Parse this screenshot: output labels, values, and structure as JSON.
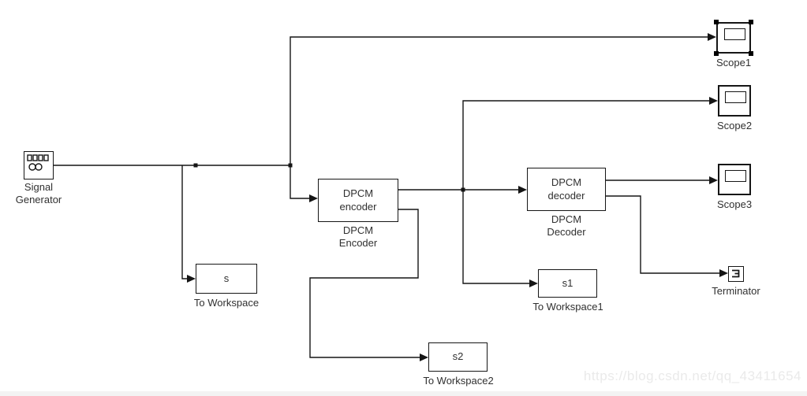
{
  "diagram": {
    "watermark": "https://blog.csdn.net/qq_43411654",
    "colors": {
      "background": "#ffffff",
      "wire": "#151515",
      "block_border": "#161616",
      "label_text": "#303030",
      "watermark_text": "#eaeaea",
      "selection_handle": "#000000"
    },
    "blocks": {
      "signal_generator": {
        "icon": "signal-generator-icon",
        "label": "Signal\nGenerator"
      },
      "dpcm_encoder": {
        "body_text": "DPCM\nencoder",
        "label": "DPCM\nEncoder"
      },
      "dpcm_decoder": {
        "body_text": "DPCM\ndecoder",
        "label": "DPCM\nDecoder"
      },
      "scope1": {
        "icon": "scope-icon",
        "label": "Scope1",
        "selected": true
      },
      "scope2": {
        "icon": "scope-icon",
        "label": "Scope2",
        "selected": false
      },
      "scope3": {
        "icon": "scope-icon",
        "label": "Scope3",
        "selected": false
      },
      "terminator": {
        "icon": "terminator-icon",
        "label": "Terminator"
      },
      "to_workspace": {
        "body_text": "s",
        "label": "To Workspace"
      },
      "to_workspace1": {
        "body_text": "s1",
        "label": "To Workspace1"
      },
      "to_workspace2": {
        "body_text": "s2",
        "label": "To Workspace2"
      }
    }
  }
}
